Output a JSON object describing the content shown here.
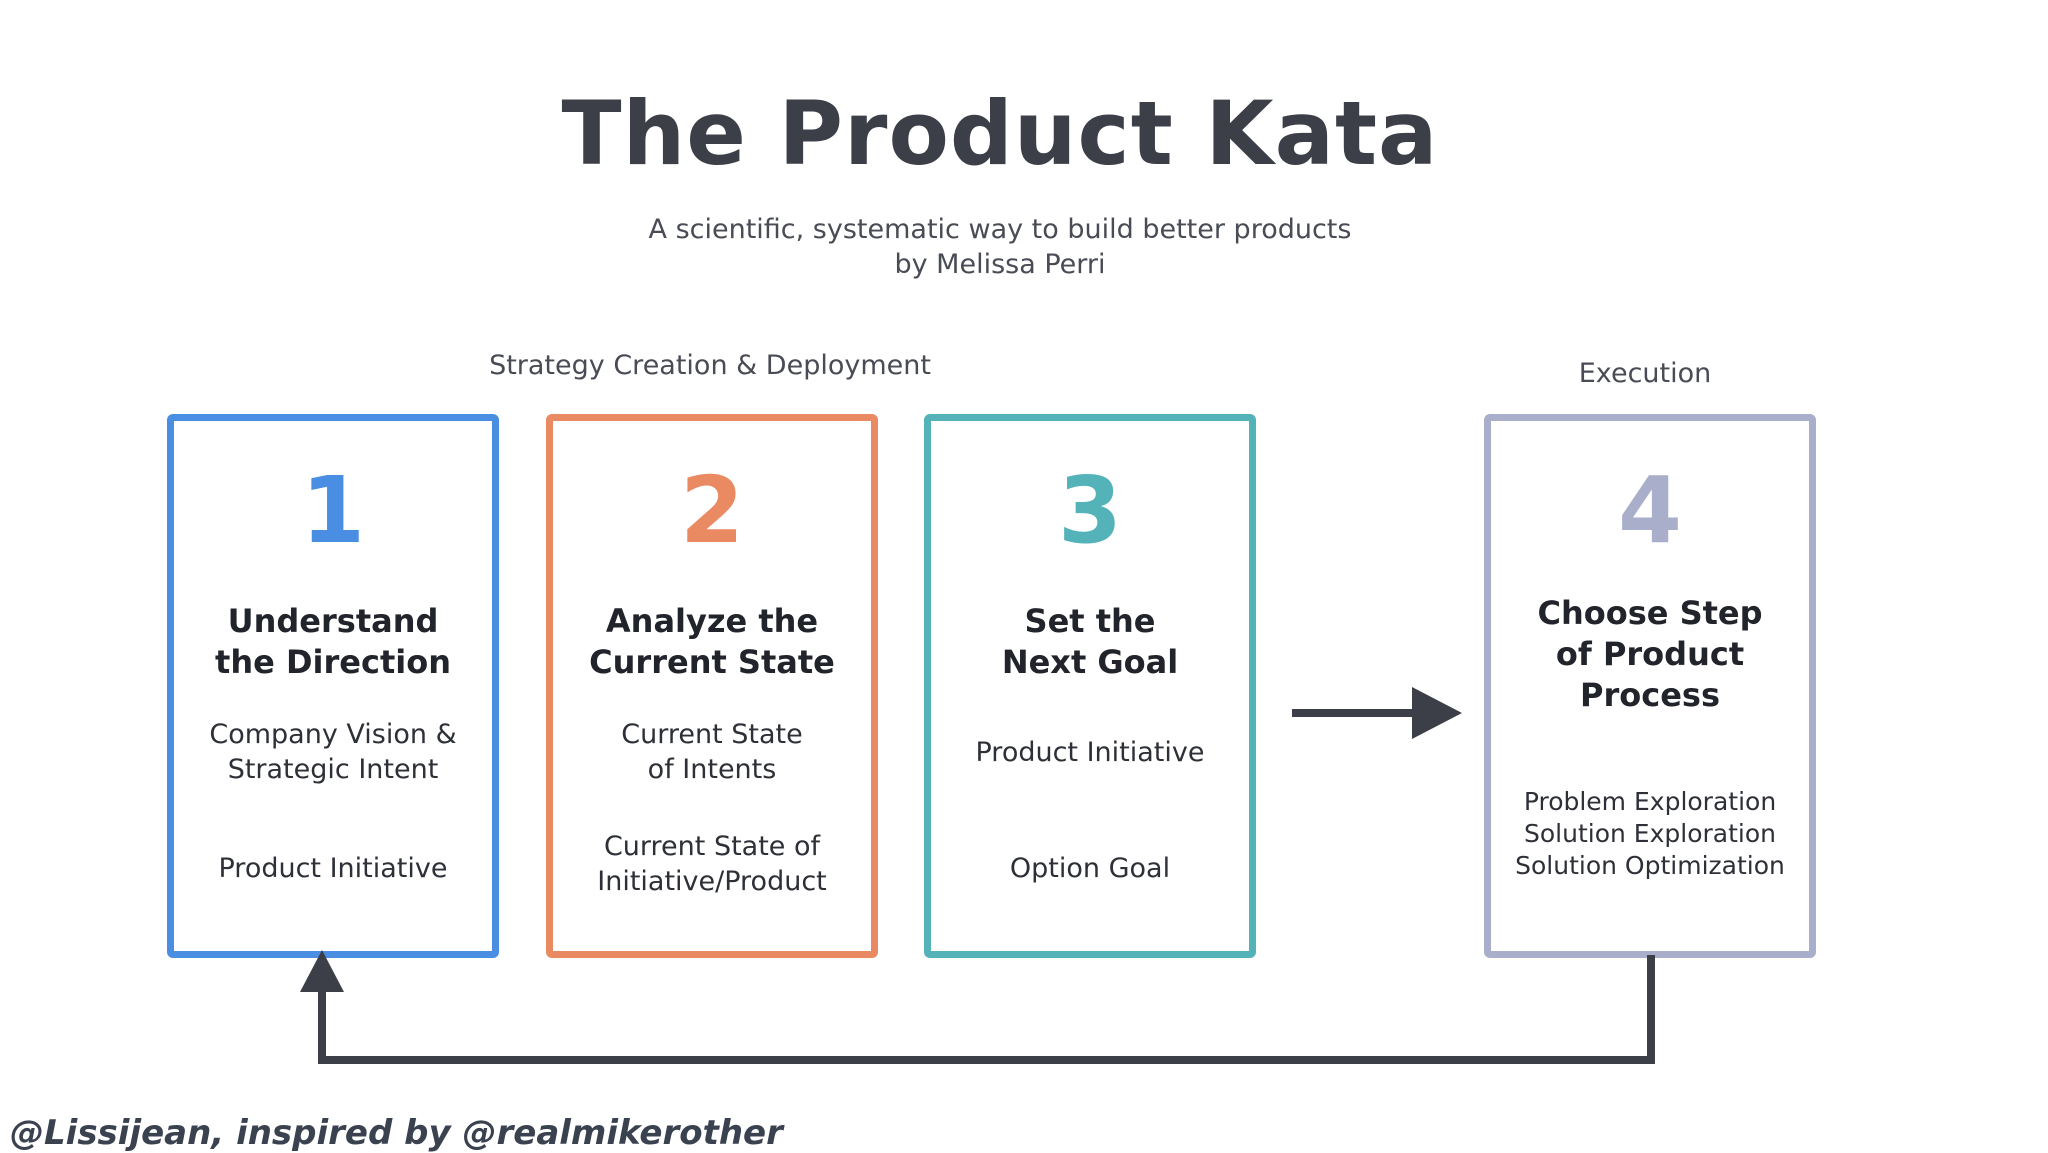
{
  "title": "The Product Kata",
  "subtitle": "A scientific, systematic way to build better products\nby Melissa Perri",
  "sections": {
    "strategy": "Strategy Creation & Deployment",
    "execution": "Execution"
  },
  "cards": [
    {
      "number": "1",
      "heading": "Understand\nthe Direction",
      "line1": "Company Vision &\nStrategic Intent",
      "line2": "Product Initiative"
    },
    {
      "number": "2",
      "heading": "Analyze the\nCurrent State",
      "line1": "Current State\nof Intents",
      "line2": "Current State of\nInitiative/Product"
    },
    {
      "number": "3",
      "heading": "Set the\nNext Goal",
      "line1": "Product Initiative",
      "line2": "Option Goal"
    },
    {
      "number": "4",
      "heading": "Choose Step\nof Product\nProcess",
      "line1": "Problem Exploration\nSolution Exploration\nSolution Optimization"
    }
  ],
  "credit": "@Lissijean, inspired by @realmikerother",
  "colors": {
    "step1": "#4a8ee3",
    "step2": "#ea8a62",
    "step3": "#54b3b8",
    "step4": "#a9aecb",
    "arrow": "#3c3e48"
  }
}
